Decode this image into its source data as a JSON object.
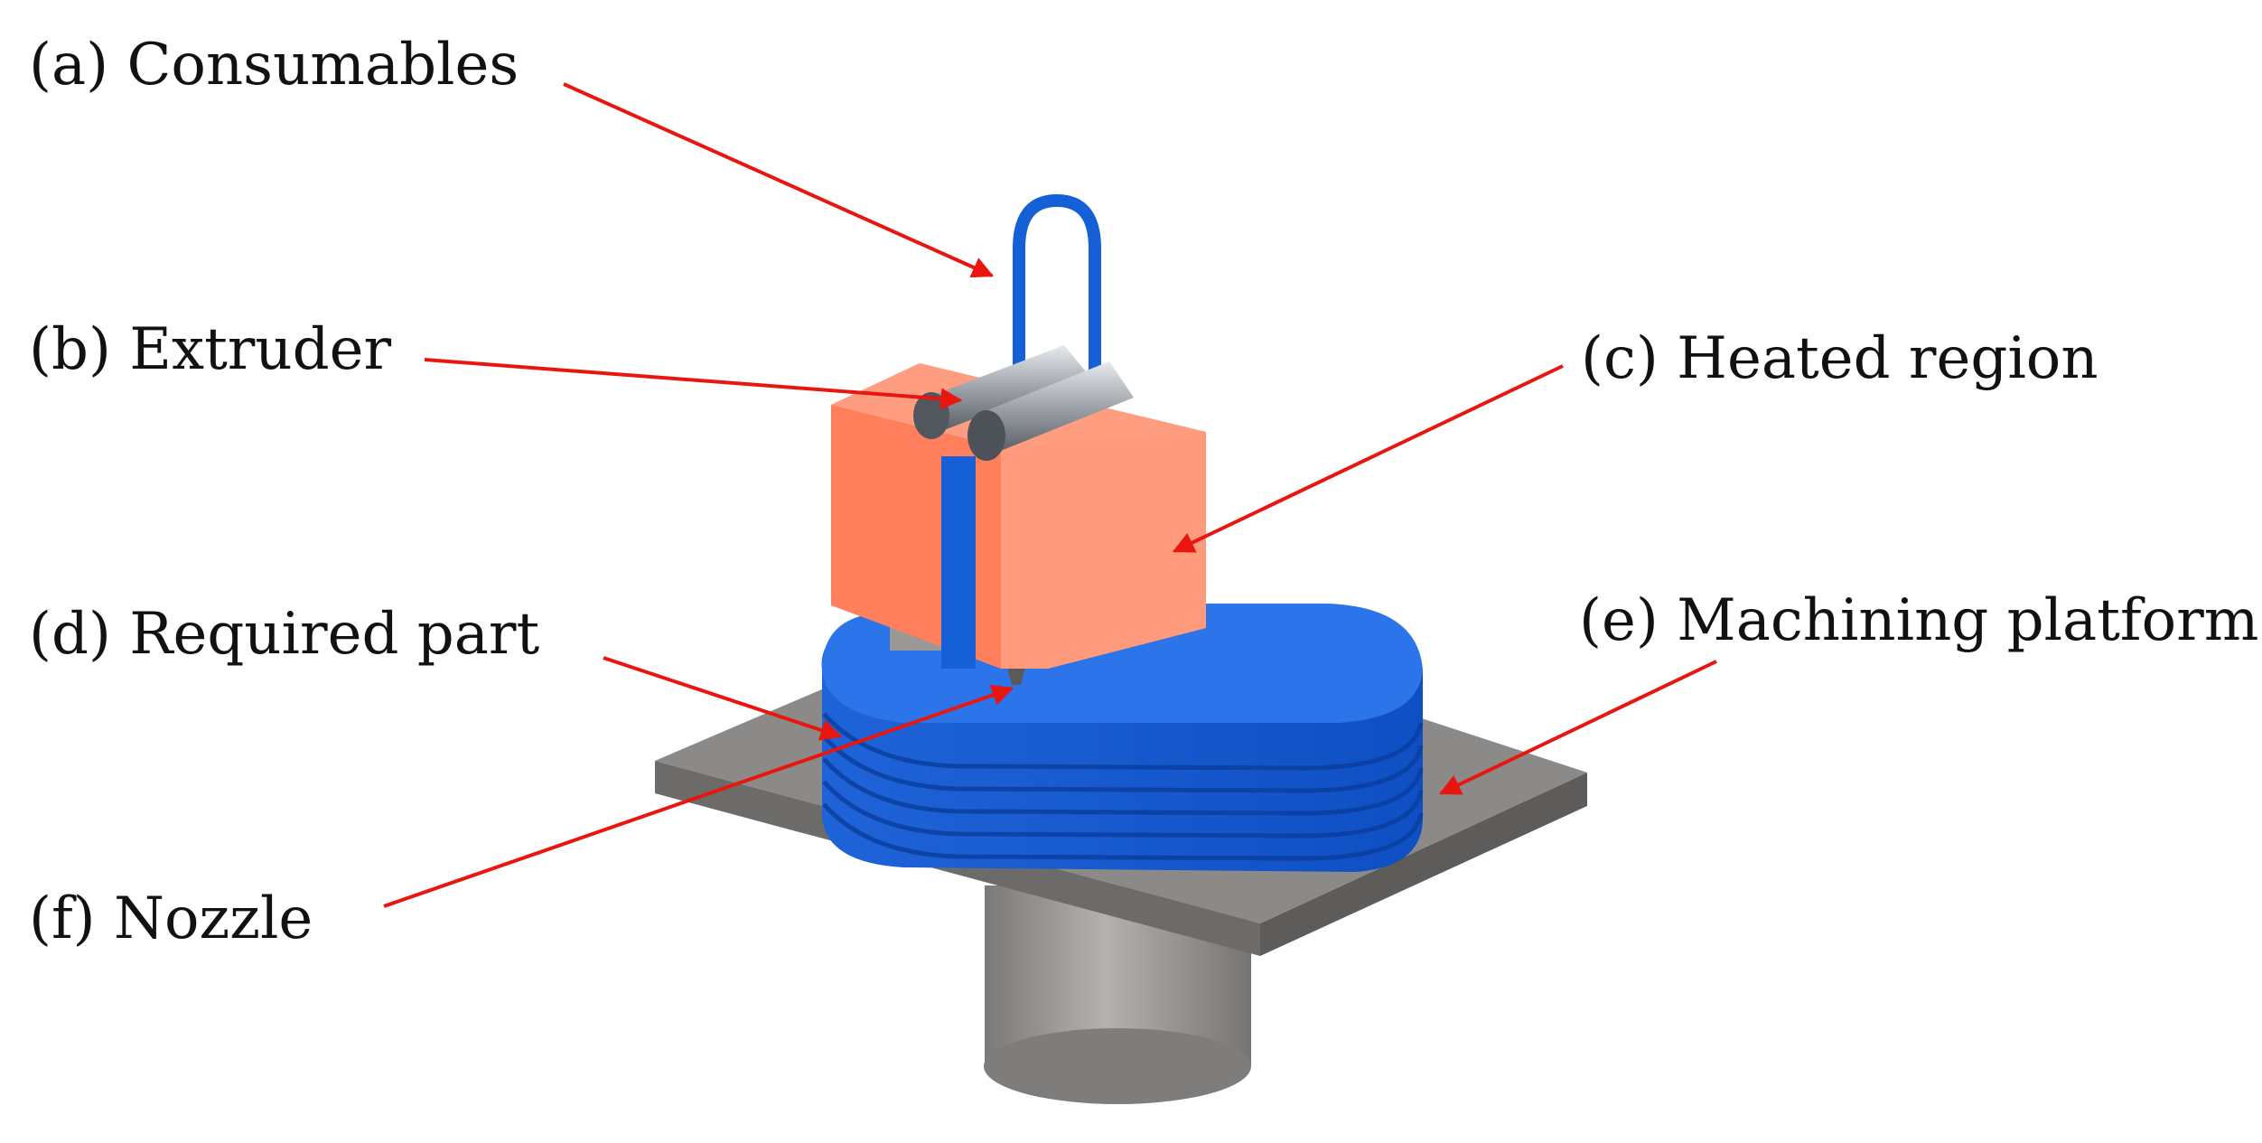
{
  "labels": {
    "a": "(a) Consumables",
    "b": "(b) Extruder",
    "c": "(c) Heated region",
    "d": "(d) Required part",
    "e": "(e) Machining platform",
    "f": "(f) Nozzle"
  },
  "colors": {
    "arrow": "#e8160f",
    "filament": "#1560d6",
    "heated_block": "#ff7a58",
    "platform": "#8a8886",
    "roller": "#9aa0a6"
  }
}
